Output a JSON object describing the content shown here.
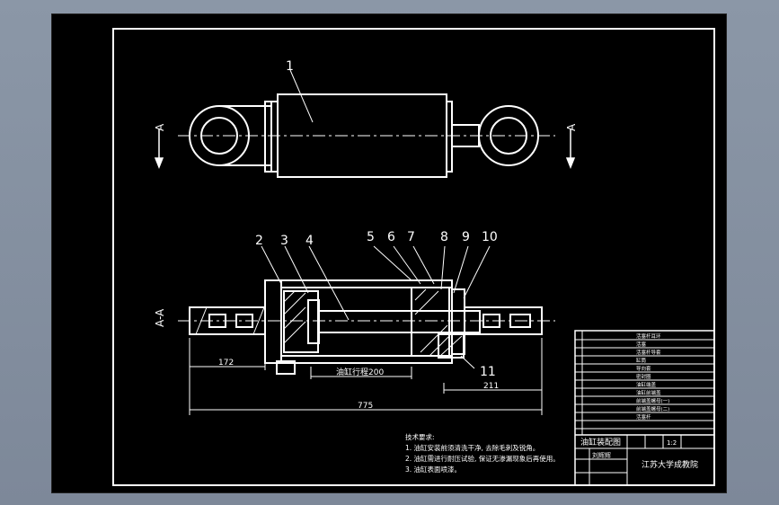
{
  "drawing": {
    "section_marks": [
      "A",
      "A",
      "A-A"
    ],
    "balloons": [
      "1",
      "2",
      "3",
      "4",
      "5",
      "6",
      "7",
      "8",
      "9",
      "10",
      "11"
    ],
    "dimensions": {
      "d1": "172",
      "stroke": "油缸行程200",
      "d3": "211",
      "total": "775"
    },
    "technical_requirements": {
      "title": "技术要求:",
      "items": [
        "1. 油缸安装前须清洗干净, 去除毛刺及锐角。",
        "2. 油缸需进行耐压试验, 保证无渗漏现象后再使用。",
        "3. 油缸表面喷漆。"
      ]
    },
    "title_block": {
      "title": "油缸装配图",
      "scale": "1:2",
      "drawn_by": "刘辉辉",
      "institution": "江苏大学成教院",
      "parts_list": [
        "活塞杆耳环",
        "活塞",
        "活塞杆导套",
        "缸筒",
        "导向套",
        "密封圈",
        "油缸端盖",
        "油缸前端盖",
        "前端盖螺母(一)",
        "前端盖螺母(二)",
        "活塞杆"
      ]
    }
  }
}
